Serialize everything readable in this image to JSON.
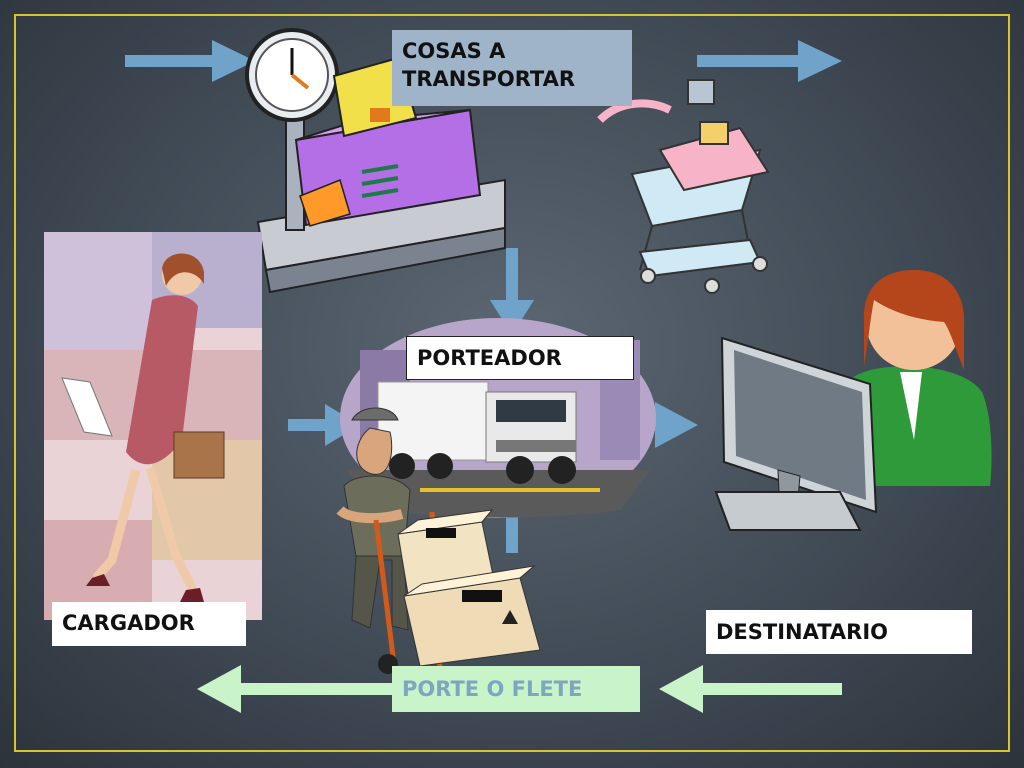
{
  "labels": {
    "cosas": "COSAS A TRANSPORTAR",
    "porteador": "PORTEADOR",
    "cargador": "CARGADOR",
    "destinatario": "DESTINATARIO",
    "porte": "PORTE O FLETE"
  },
  "colors": {
    "frame": "#d8c52e",
    "arrow_blue": "#6fa3c9",
    "arrow_green": "#c9f3c9",
    "background": "#414b56"
  },
  "icons": [
    "scale-with-packages-icon",
    "shopping-cart-icon",
    "woman-with-briefcase-icon",
    "truck-scene-icon",
    "delivery-man-with-boxes-icon",
    "person-at-computer-icon"
  ]
}
